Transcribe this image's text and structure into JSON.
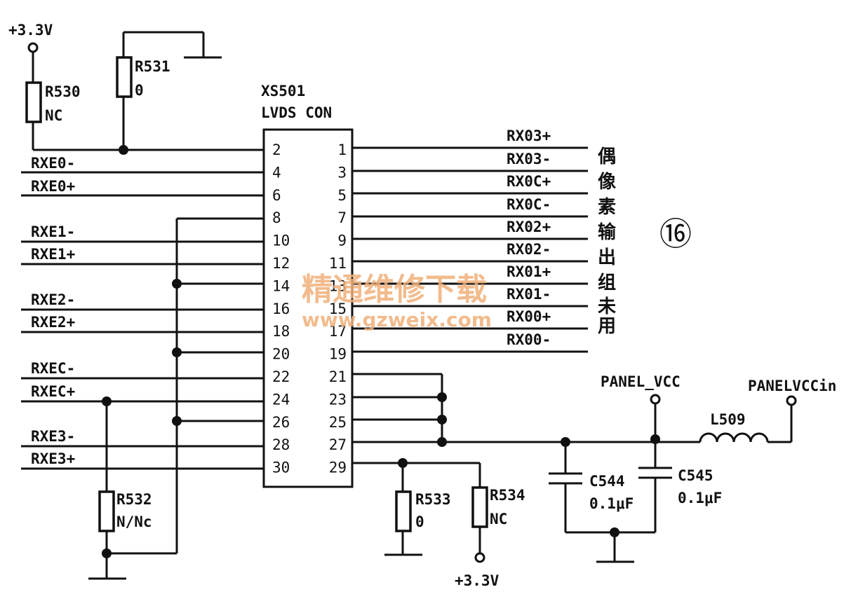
{
  "connector": {
    "ref": "XS501",
    "type": "LVDS CON"
  },
  "power": {
    "top_supply": "+3.3V",
    "bottom_supply": "+3.3V",
    "panel_vcc": "PANEL_VCC",
    "panel_vcc_in": "PANELVCCin"
  },
  "resistors": [
    {
      "ref": "R530",
      "value": "NC"
    },
    {
      "ref": "R531",
      "value": "0"
    },
    {
      "ref": "R532",
      "value": "N/Nc"
    },
    {
      "ref": "R533",
      "value": "0"
    },
    {
      "ref": "R534",
      "value": "NC"
    }
  ],
  "capacitors": [
    {
      "ref": "C544",
      "value": "0.1μF"
    },
    {
      "ref": "C545",
      "value": "0.1μF"
    }
  ],
  "inductor": {
    "ref": "L509"
  },
  "left_signals": [
    "RXE0-",
    "RXE0+",
    "RXE1-",
    "RXE1+",
    "RXE2-",
    "RXE2+",
    "RXEC-",
    "RXEC+",
    "RXE3-",
    "RXE3+"
  ],
  "right_signals": [
    "RX03+",
    "RX03-",
    "RX0C+",
    "RX0C-",
    "RX02+",
    "RX02-",
    "RX01+",
    "RX01-",
    "RX00+",
    "RX00-"
  ],
  "even_pins": [
    "2",
    "4",
    "6",
    "8",
    "10",
    "12",
    "14",
    "16",
    "18",
    "20",
    "22",
    "24",
    "26",
    "28",
    "30"
  ],
  "odd_pins": [
    "1",
    "3",
    "5",
    "7",
    "9",
    "11",
    "13",
    "15",
    "17",
    "19",
    "21",
    "23",
    "25",
    "27",
    "29"
  ],
  "side_note_chars": [
    "偶",
    "像",
    "素",
    "输",
    "出",
    "组",
    "未",
    "用"
  ],
  "figure_number": "⑯",
  "watermark": {
    "cn": "精通维修下载",
    "url": "www.gzweix.com"
  }
}
